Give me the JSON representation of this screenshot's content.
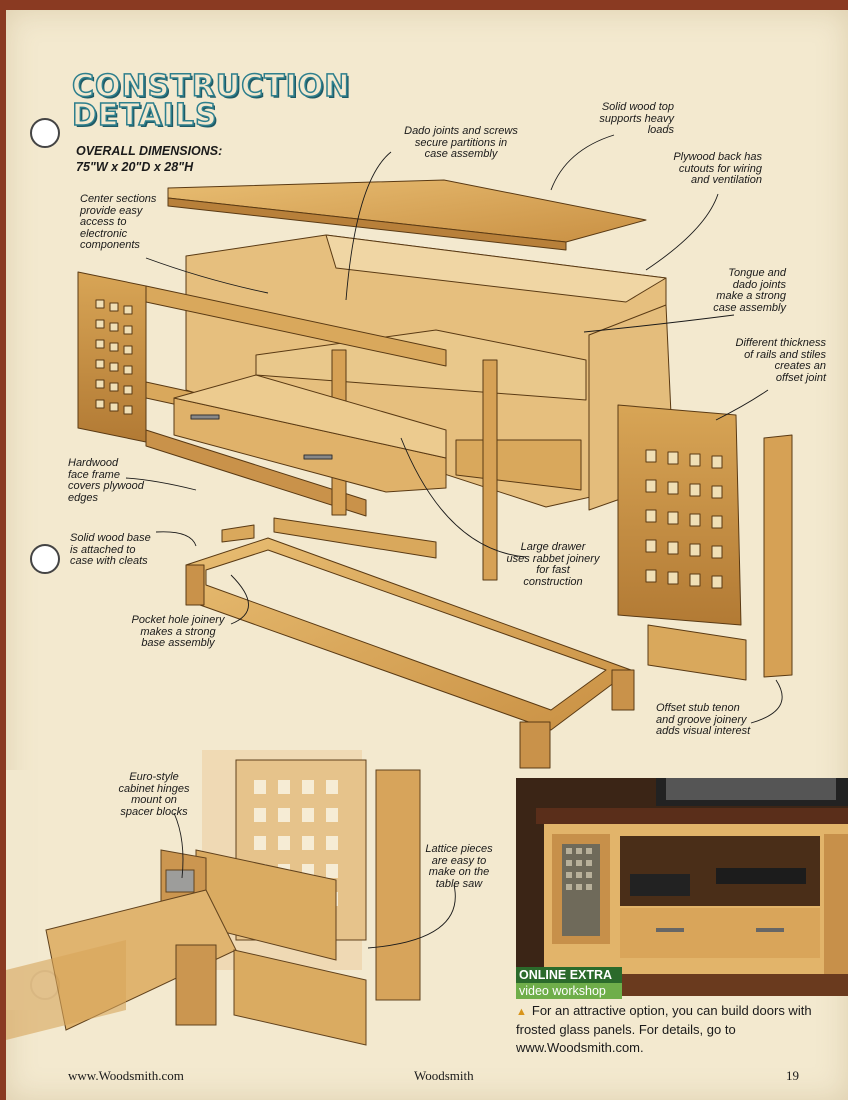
{
  "page": {
    "title_line1": "CONSTRUCTION",
    "title_line2": "DETAILS",
    "dims_label": "OVERALL DIMENSIONS:",
    "dims_value": "75\"W x 20\"D x 28\"H"
  },
  "callouts": {
    "solid_top": "Solid wood top\nsupports heavy\nloads",
    "dado": "Dado joints and screws\nsecure partitions in\ncase assembly",
    "plywood_back": "Plywood back has\ncutouts for wiring\nand ventilation",
    "center_sections": "Center sections\nprovide easy\naccess to\nelectronic\ncomponents",
    "tongue": "Tongue and\ndado joints\nmake a strong\ncase assembly",
    "thickness": "Different thickness\nof rails and stiles\ncreates an\noffset joint",
    "face_frame": "Hardwood\nface frame\ncovers plywood\nedges",
    "base": "Solid wood base\nis attached to\ncase with cleats",
    "drawer": "Large drawer\nuses rabbet joinery\nfor fast\nconstruction",
    "pocket": "Pocket hole joinery\nmakes a strong\nbase assembly",
    "stub": "Offset stub tenon\nand groove joinery\nadds visual interest",
    "hinges": "Euro-style\ncabinet hinges\nmount on\nspacer blocks",
    "lattice": "Lattice pieces\nare easy to\nmake on the\ntable saw"
  },
  "online_extra": {
    "badge_top": "ONLINE EXTRA",
    "badge_bottom": "video workshop",
    "note": "For an attractive option, you can build doors with frosted glass panels. For details, go to www.Woodsmith.com."
  },
  "footer": {
    "left": "www.Woodsmith.com",
    "center": "Woodsmith",
    "page_number": "19"
  },
  "colors": {
    "paper": "#f3e9cf",
    "title_accent": "#2e7f8d",
    "wood": "#d9a85c",
    "wood_dark": "#b07a34",
    "badge_dark": "#2b6a2b",
    "badge_light": "#6fae4a"
  }
}
